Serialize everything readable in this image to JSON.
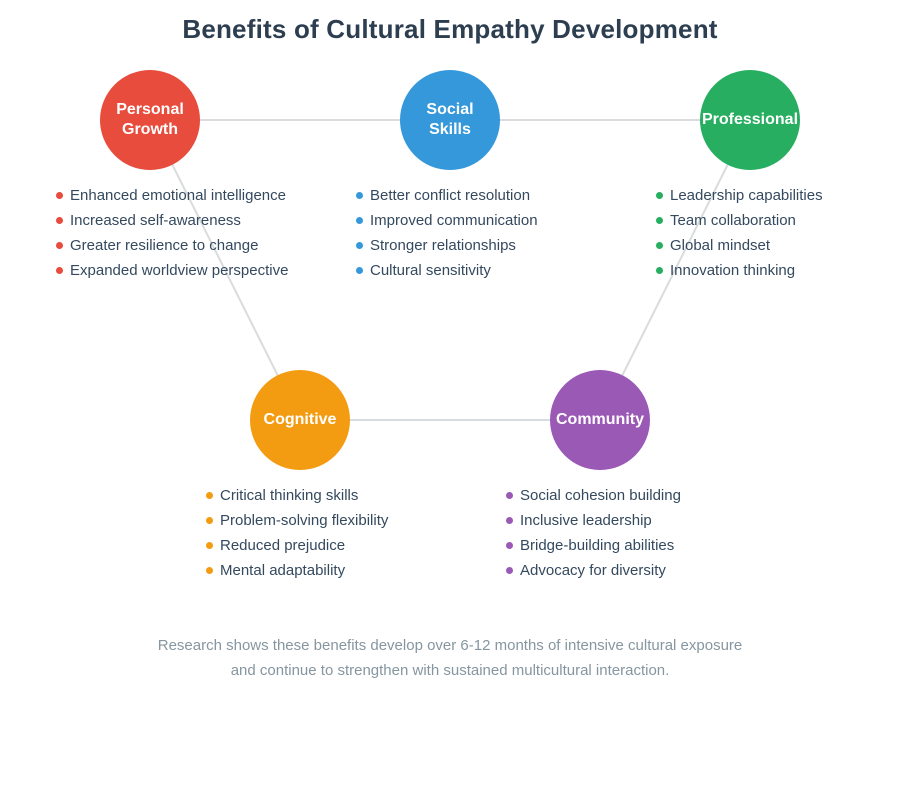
{
  "title": "Benefits of Cultural Empathy Development",
  "nodes": [
    {
      "id": "personal-growth",
      "label": "Personal Growth",
      "lines": [
        "Personal",
        "Growth"
      ],
      "color": "#e74c3c",
      "items": [
        "Enhanced emotional intelligence",
        "Increased self-awareness",
        "Greater resilience to change",
        "Expanded worldview perspective"
      ]
    },
    {
      "id": "social-skills",
      "label": "Social Skills",
      "lines": [
        "Social",
        "Skills"
      ],
      "color": "#3498db",
      "items": [
        "Better conflict resolution",
        "Improved communication",
        "Stronger relationships",
        "Cultural sensitivity"
      ]
    },
    {
      "id": "professional",
      "label": "Professional",
      "lines": [
        "Professional"
      ],
      "color": "#27ae60",
      "items": [
        "Leadership capabilities",
        "Team collaboration",
        "Global mindset",
        "Innovation thinking"
      ]
    },
    {
      "id": "cognitive",
      "label": "Cognitive",
      "lines": [
        "Cognitive"
      ],
      "color": "#f39c12",
      "items": [
        "Critical thinking skills",
        "Problem-solving flexibility",
        "Reduced prejudice",
        "Mental adaptability"
      ]
    },
    {
      "id": "community",
      "label": "Community",
      "lines": [
        "Community"
      ],
      "color": "#9b59b6",
      "items": [
        "Social cohesion building",
        "Inclusive leadership",
        "Bridge-building abilities",
        "Advocacy for diversity"
      ]
    }
  ],
  "edges": [
    [
      "personal-growth",
      "social-skills"
    ],
    [
      "social-skills",
      "professional"
    ],
    [
      "personal-growth",
      "cognitive"
    ],
    [
      "cognitive",
      "community"
    ],
    [
      "professional",
      "community"
    ]
  ],
  "footer": [
    "Research shows these benefits develop over 6-12 months of intensive cultural exposure",
    "and continue to strengthen with sustained multicultural interaction."
  ],
  "colors": {
    "title_text": "#2c3e50",
    "list_text": "#34495e",
    "footer_text": "#8696a0",
    "connector": "#d9dcde"
  }
}
